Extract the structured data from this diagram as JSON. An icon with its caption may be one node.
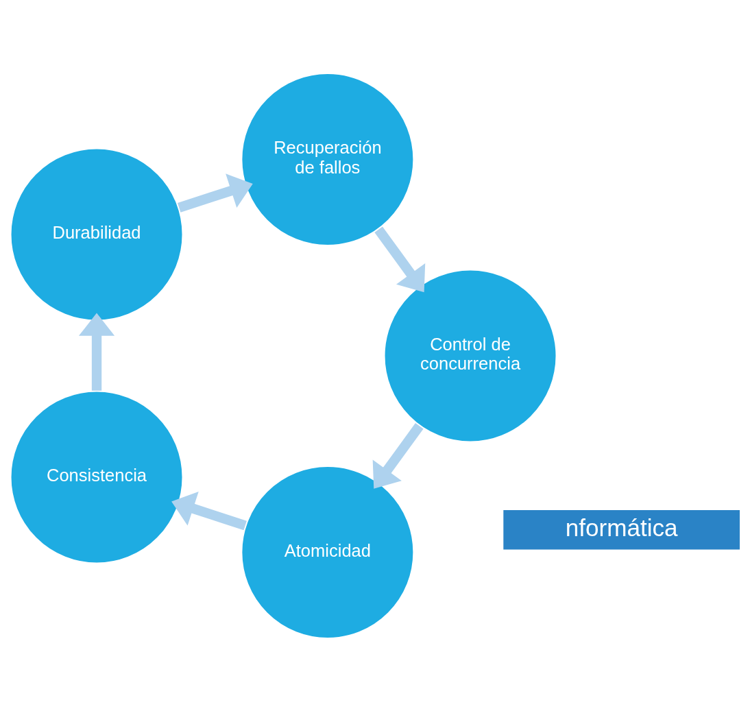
{
  "diagram": {
    "nodes": [
      {
        "text": [
          "Atomicidad"
        ]
      },
      {
        "text": [
          "Consistencia"
        ]
      },
      {
        "text": [
          "Durabilidad"
        ]
      },
      {
        "text": [
          "Recuperación de fallos"
        ]
      },
      {
        "text": [
          "Control de concurrencia"
        ]
      }
    ],
    "edges": [
      {
        "from": 0,
        "to": 1,
        "arrow": "to"
      },
      {
        "from": 1,
        "to": 2,
        "arrow": "to"
      },
      {
        "from": 2,
        "to": 3,
        "arrow": "to"
      },
      {
        "from": 3,
        "to": 4,
        "arrow": "to"
      },
      {
        "from": 4,
        "to": 0,
        "arrow": "to"
      }
    ],
    "labels": [
      "nformática"
    ]
  }
}
